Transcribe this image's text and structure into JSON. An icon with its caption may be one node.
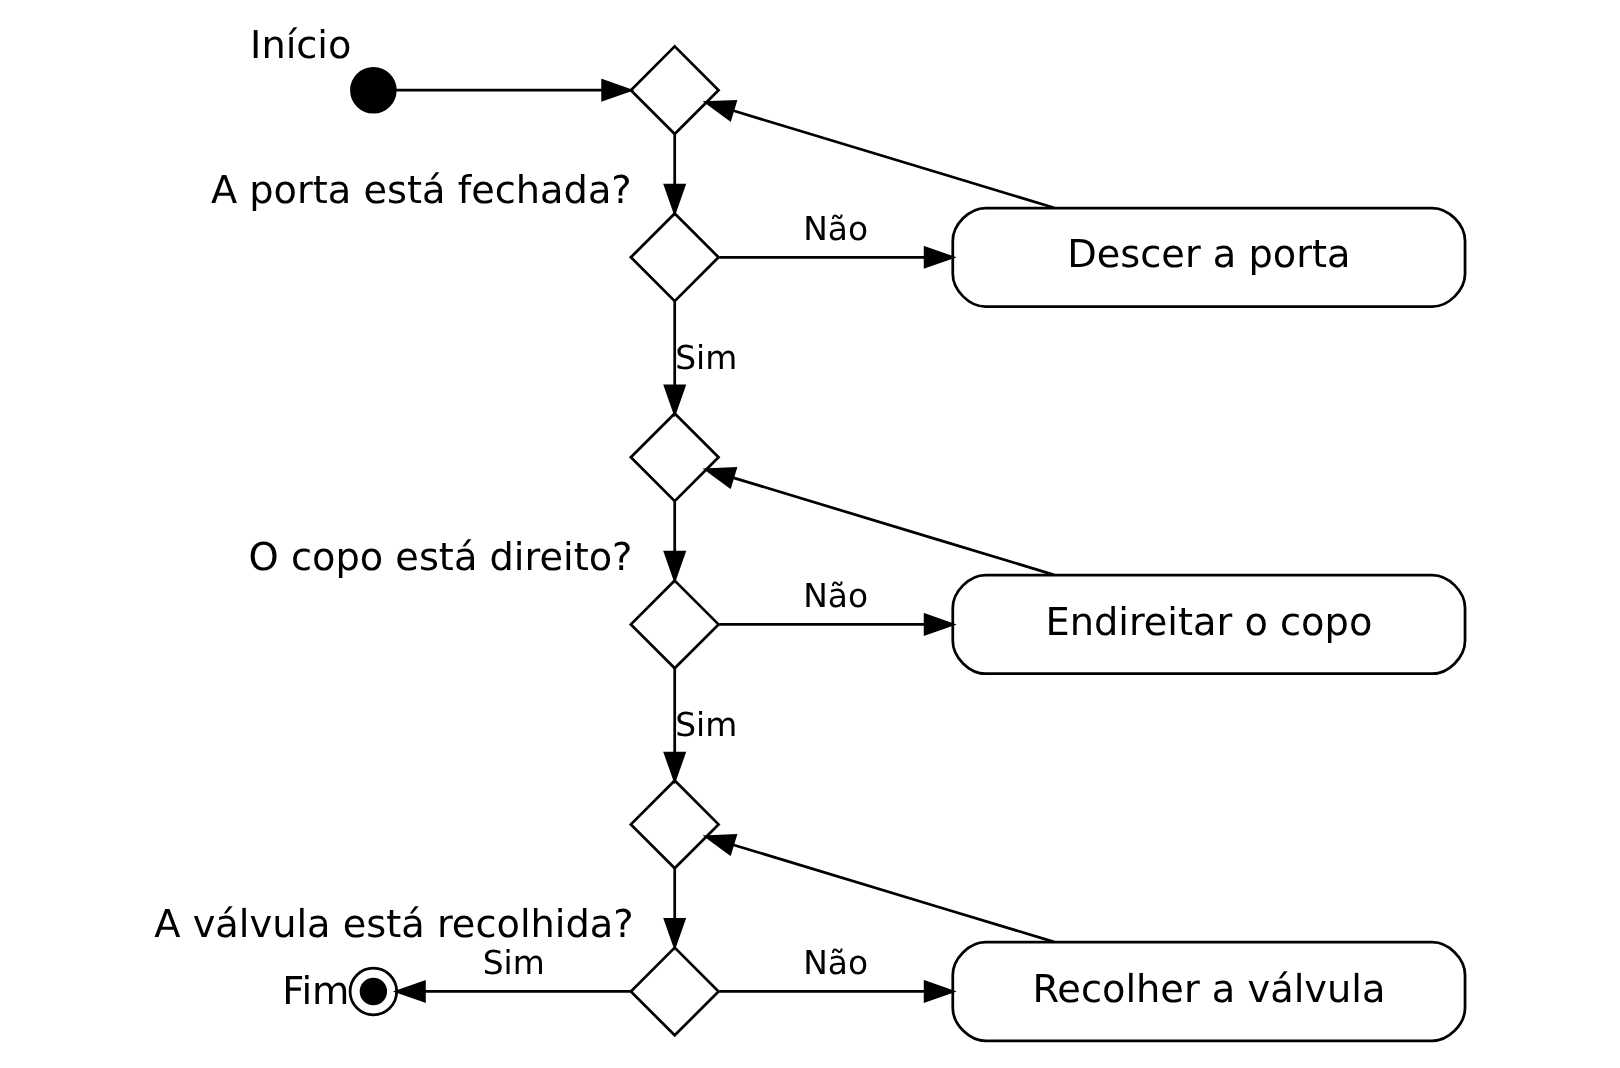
{
  "diagram": {
    "nodes": [
      {
        "text": [],
        "shape": "circle",
        "beside": [
          "Início"
        ]
      },
      {
        "text": [],
        "shape": "diamond"
      },
      {
        "text": [
          "A porta está fechada?"
        ]
      },
      {
        "text": [
          "Descer a porta"
        ]
      },
      {
        "text": [],
        "shape": "diamond"
      },
      {
        "text": [
          "O copo está direito?"
        ]
      },
      {
        "text": [
          "Endireitar o copo"
        ]
      },
      {
        "text": [],
        "shape": "diamond"
      },
      {
        "text": [
          "A válvula está recolhida?"
        ]
      },
      {
        "text": [
          "Recolher a válvula"
        ]
      },
      {
        "text": [],
        "shape": "circle",
        "beside": [
          "Fim"
        ]
      }
    ],
    "edges": [
      {
        "from": 0,
        "to": 1,
        "arrow": "to"
      },
      {
        "from": 1,
        "to": 2,
        "arrow": "to"
      },
      {
        "from": 2,
        "to": 3,
        "arrow": "to",
        "label": "Não"
      },
      {
        "from": 3,
        "to": 1,
        "arrow": "to"
      },
      {
        "from": 2,
        "to": 4,
        "arrow": "to",
        "label": "Sim"
      },
      {
        "from": 4,
        "to": 5,
        "arrow": "to"
      },
      {
        "from": 5,
        "to": 6,
        "arrow": "to",
        "label": "Não"
      },
      {
        "from": 6,
        "to": 4,
        "arrow": "to"
      },
      {
        "from": 5,
        "to": 7,
        "arrow": "to",
        "label": "Sim"
      },
      {
        "from": 7,
        "to": 8,
        "arrow": "to"
      },
      {
        "from": 8,
        "to": 9,
        "arrow": "to",
        "label": "Não"
      },
      {
        "from": 9,
        "to": 7,
        "arrow": "to"
      },
      {
        "from": 8,
        "to": 10,
        "arrow": "to",
        "label": "Sim"
      }
    ]
  }
}
